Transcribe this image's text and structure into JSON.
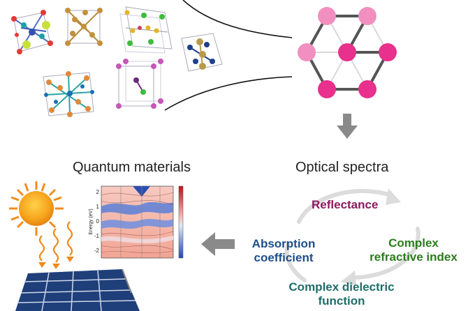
{
  "labels": {
    "quantum_materials": "Quantum materials",
    "optical_spectra": "Optical spectra"
  },
  "cycle": {
    "reflectance": "Reflectance",
    "complex_refractive_line1": "Complex",
    "complex_refractive_line2": "refractive index",
    "complex_dielectric_line1": "Complex dielectric",
    "complex_dielectric_line2": "function",
    "absorption_line1": "Absorption",
    "absorption_line2": "coefficient"
  },
  "band_plot": {
    "ylabel": "Energy (eV)",
    "yticks": [
      "2",
      "1",
      "0",
      "-1",
      "-2"
    ]
  },
  "colors": {
    "reflectance": "#8b1a5e",
    "refractive": "#2a7d1b",
    "dielectric": "#1e6e6a",
    "absorption": "#1d4e89",
    "arrow": "#8a8a8a",
    "node_pink": "#f08fc0",
    "node_magenta": "#e8308c"
  }
}
